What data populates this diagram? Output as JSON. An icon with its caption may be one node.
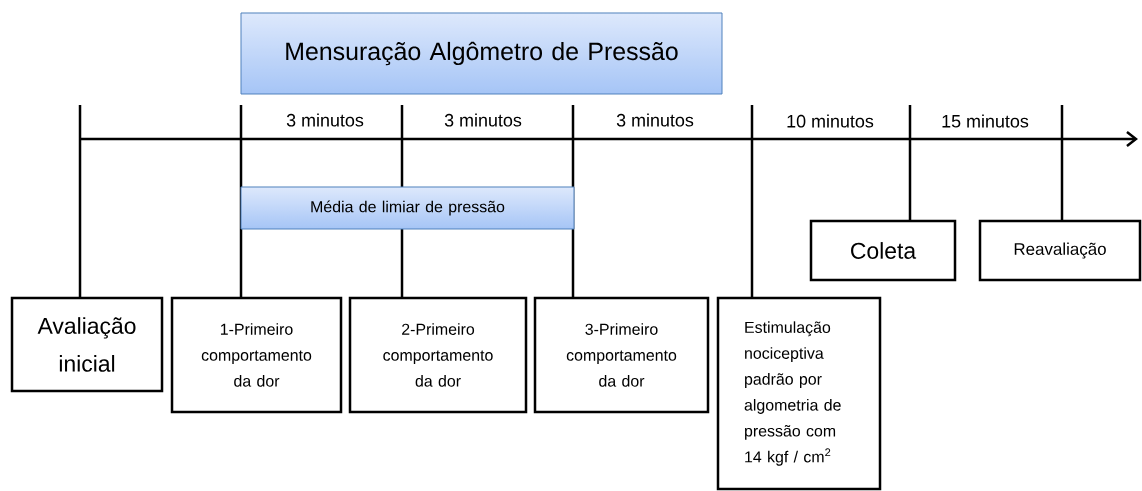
{
  "diagram": {
    "nodes": [
      {
        "text": [
          "Mensuração Algômetro de Pressão"
        ]
      },
      {
        "text": [
          "Média de limiar de pressão"
        ]
      },
      {
        "text": [
          "Avaliação inicial"
        ]
      },
      {
        "text": [
          "1-Primeiro comportamento da dor"
        ]
      },
      {
        "text": [
          "2-Primeiro comportamento da dor"
        ]
      },
      {
        "text": [
          "3-Primeiro comportamento da dor"
        ]
      },
      {
        "text": [
          "Estimulação nociceptiva padrão por algometria de pressão com 14 kgf / cm$^{2}$"
        ]
      },
      {
        "text": [
          "Coleta"
        ]
      },
      {
        "text": [
          "Reavaliação"
        ]
      }
    ],
    "edges": [
      {
        "from": null,
        "to": 2,
        "arrow": "none"
      },
      {
        "from": null,
        "to": 3,
        "arrow": "none"
      },
      {
        "from": null,
        "to": 4,
        "arrow": "none"
      },
      {
        "from": null,
        "to": 5,
        "arrow": "none"
      },
      {
        "from": null,
        "to": 6,
        "arrow": "none"
      },
      {
        "from": null,
        "to": 7,
        "arrow": "none"
      },
      {
        "from": null,
        "to": 8,
        "arrow": "none"
      }
    ],
    "labels": [
      "3 minutos",
      "3 minutos",
      "3 minutos",
      "10 minutos",
      "15 minutos"
    ]
  }
}
